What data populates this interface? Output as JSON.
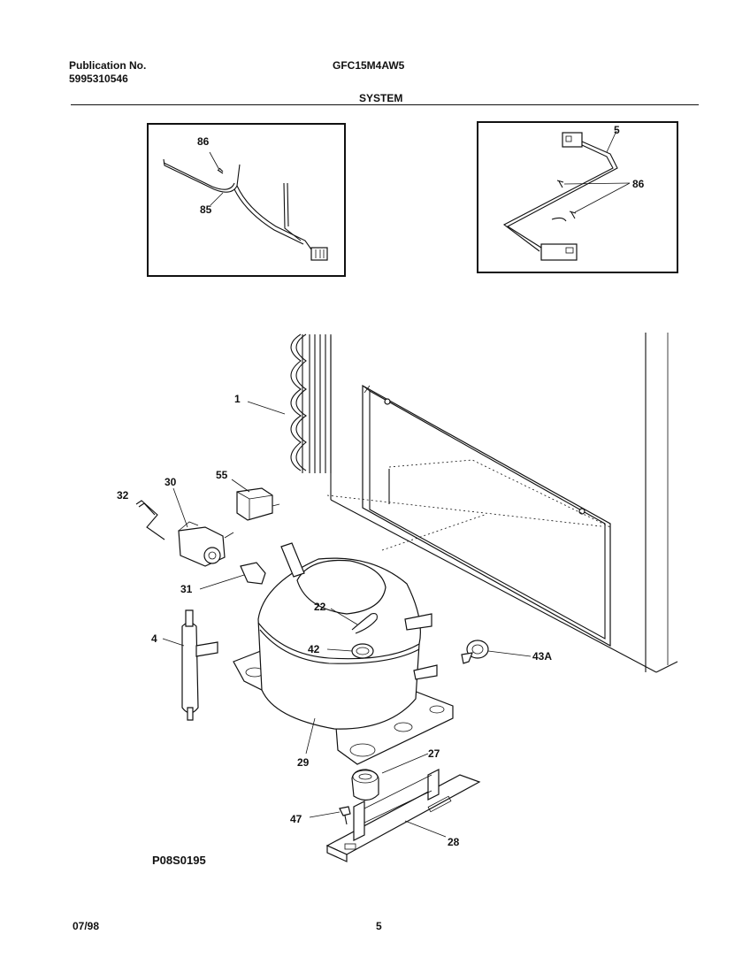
{
  "header": {
    "publication_label": "Publication No.",
    "publication_number": "5995310546",
    "model": "GFC15M4AW5",
    "section": "SYSTEM"
  },
  "figure_code": "P08S0195",
  "footer": {
    "date": "07/98",
    "page": "5"
  },
  "callouts": {
    "c86a": "86",
    "c85": "85",
    "c5": "5",
    "c86b": "86",
    "c1": "1",
    "c55": "55",
    "c30": "30",
    "c32": "32",
    "c31": "31",
    "c22": "22",
    "c42": "42",
    "c43a": "43A",
    "c4": "4",
    "c29": "29",
    "c27": "27",
    "c47": "47",
    "c28": "28"
  }
}
